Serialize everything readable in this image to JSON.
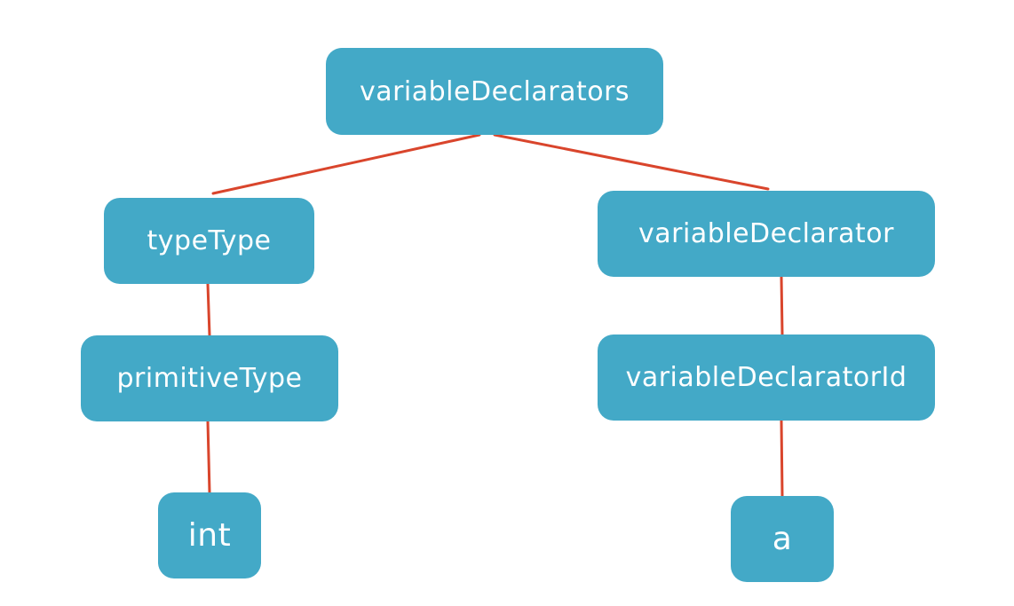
{
  "colors": {
    "node_fill": "#43a9c7",
    "node_text": "#ffffff",
    "edge": "#d9452c",
    "background": "#ffffff"
  },
  "nodes": {
    "root": "variableDeclarators",
    "type_type": "typeType",
    "declarator": "variableDeclarator",
    "primitive_type": "primitiveType",
    "declarator_id": "variableDeclaratorId",
    "int_leaf": "int",
    "a_leaf": "a"
  },
  "edges": [
    [
      "root",
      "type_type"
    ],
    [
      "root",
      "declarator"
    ],
    [
      "type_type",
      "primitive_type"
    ],
    [
      "primitive_type",
      "int_leaf"
    ],
    [
      "declarator",
      "declarator_id"
    ],
    [
      "declarator_id",
      "a_leaf"
    ]
  ]
}
